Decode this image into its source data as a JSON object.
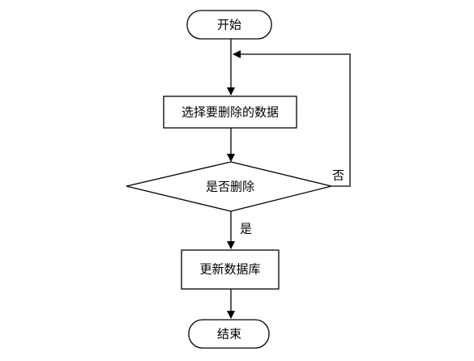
{
  "diagram": {
    "type": "flowchart",
    "colors": {
      "stroke": "#000000",
      "fill": "#ffffff",
      "text": "#000000"
    },
    "nodes": {
      "start": {
        "shape": "terminator",
        "label": "开始"
      },
      "select": {
        "shape": "process",
        "label": "选择要删除的数据"
      },
      "decision": {
        "shape": "decision",
        "label": "是否删除"
      },
      "update": {
        "shape": "process",
        "label": "更新数据库"
      },
      "end": {
        "shape": "terminator",
        "label": "结束"
      }
    },
    "edges": [
      {
        "from": "start",
        "to": "select",
        "label": ""
      },
      {
        "from": "select",
        "to": "decision",
        "label": ""
      },
      {
        "from": "decision",
        "to": "update",
        "label": "是"
      },
      {
        "from": "decision",
        "to": "select",
        "label": "否"
      },
      {
        "from": "update",
        "to": "end",
        "label": ""
      }
    ]
  }
}
